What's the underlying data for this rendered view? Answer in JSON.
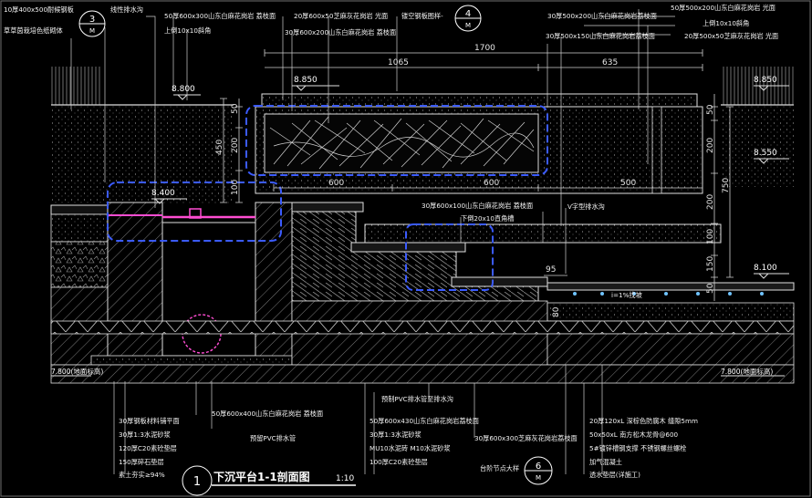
{
  "title": {
    "name": "下沉平台1-1剖面图",
    "scale": "1:10",
    "badge": "1"
  },
  "callouts": [
    {
      "num": "3",
      "sub": "M"
    },
    {
      "num": "4",
      "sub": "M"
    },
    {
      "num": "6",
      "sub": "M"
    }
  ],
  "top_left_labels": [
    "10厚400x500耐候钢板",
    "草草茵栽培色纸砌体",
    "线性排水沟"
  ],
  "top_labels": [
    "50厚600x300山东白麻花岗岩 荔枝面",
    "上倒10x10斜角",
    "20厚600x50芝麻灰花岗岩 光面",
    "30厚600x200山东白麻花岗岩 荔枝面",
    "镂空钢板图样-"
  ],
  "top_right_labels": [
    "50厚500x200山东白麻花岗岩 光面",
    "30厚500x200山东白麻花岗岩荔枝面",
    "上倒10x10斜角",
    "30厚500x150山东白麻花岗岩荔枝面",
    "20厚500x50芝麻灰花岗岩 光面"
  ],
  "elevations": {
    "e8850_left": "8.850",
    "e8850_right": "8.850",
    "e8800": "8.800",
    "e8550": "8.550",
    "e8400": "8.400",
    "e8100": "8.100",
    "e7800_left": "7.800(地面标高)",
    "e7800_right": "7.800(地面标高)"
  },
  "dims": {
    "total": "1700",
    "d1065": "1065",
    "d635": "635",
    "d600a": "600",
    "d600b": "600",
    "d500": "500",
    "v50": "50",
    "v200": "200",
    "v450": "450",
    "v100": "100",
    "r50": "50",
    "r200a": "200",
    "r200b": "200",
    "r750": "750",
    "r100": "100",
    "r150": "150",
    "r50b": "50",
    "d95": "95",
    "d80": "80"
  },
  "mid_labels": [
    "30厚600x100山东白麻花岗岩 荔枝面",
    "下倒20x10直角槽",
    "V字型排水沟",
    "i=1%找坡"
  ],
  "bottom_left_labels": [
    "30厚钢板材料铺平面",
    "30厚1:3水泥砂浆",
    "120厚C20素砼垫层",
    "150厚碎石垫层",
    "素土夯实≥94%"
  ],
  "bottom_mid_labels": [
    "50厚600x400山东白麻花岗岩 荔枝面",
    "预留PVC排水管",
    "预制PVC排水管至排水沟",
    "50厚600x430山东白麻花岗岩荔枝面",
    "30厚1:3水泥砂浆",
    "MU10水泥砖 M10水泥砂浆",
    "100厚C20素砼垫层",
    "30厚600x300芝麻灰花岗岩荔枝面",
    "台阶节点大样"
  ],
  "bottom_right_labels": [
    "20厚120xL 深棕色防腐木 缝隙5mm",
    "50x50xL 南方松木龙骨@600",
    "5#镀锌槽钢支撑 不锈钢螺丝螺栓",
    "加气混凝土",
    "透水垫层(详施工)"
  ]
}
